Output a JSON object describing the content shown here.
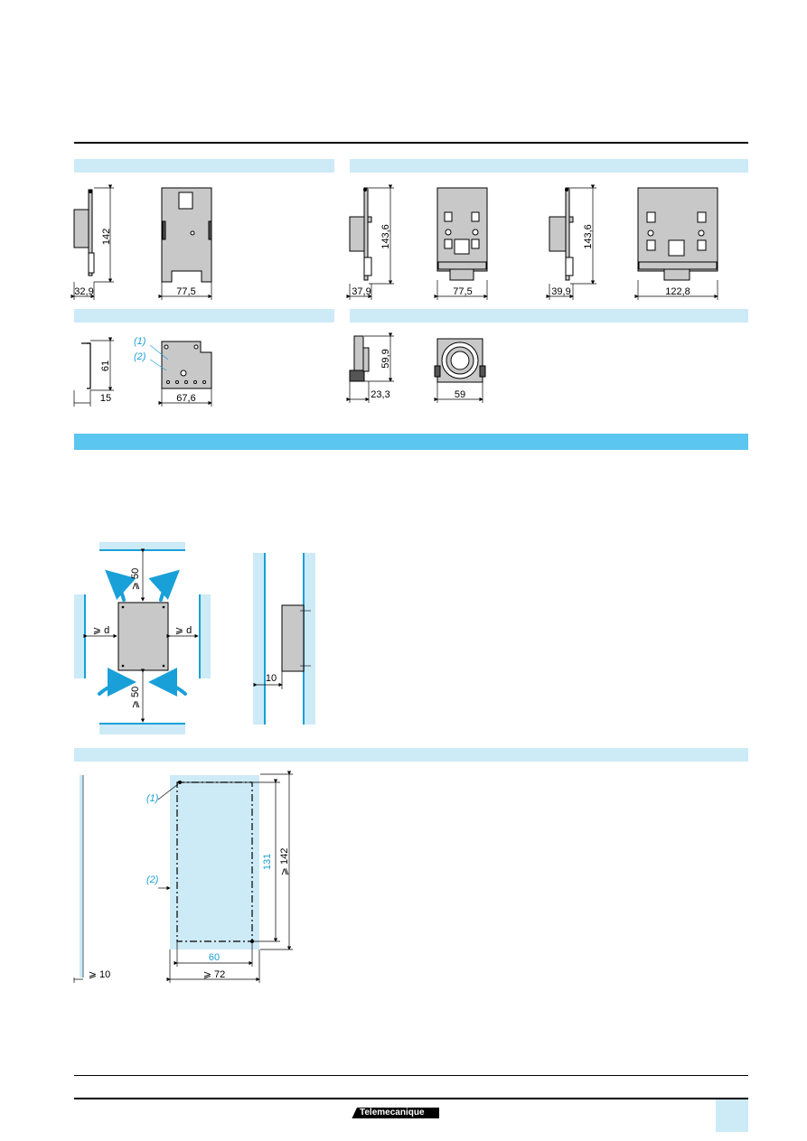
{
  "header": {},
  "drawings": {
    "fig1": {
      "height": "142",
      "depth": "32,9",
      "width": "77,5"
    },
    "fig2": {
      "height": "143,6",
      "depth": "37,9",
      "width": "77,5"
    },
    "fig3": {
      "height": "143,6",
      "depth": "39,9",
      "width": "122,8"
    },
    "fig4": {
      "height": "61",
      "depth": "15",
      "width": "67,6",
      "label1": "(1)",
      "label2": "(2)"
    },
    "fig5": {
      "height": "59,9",
      "depth": "23,3",
      "width": "59"
    }
  },
  "mounting": {
    "top_clearance": "⩾ 50",
    "bottom_clearance": "⩾ 50",
    "left_clearance": "⩾ d",
    "right_clearance": "⩾ d",
    "side_distance": "10"
  },
  "cutout": {
    "label1": "(1)",
    "label2": "(2)",
    "inner_height": "131",
    "outer_height": "⩾ 142",
    "inner_width": "60",
    "outer_width": "⩾ 72",
    "panel_gap": "⩾ 10"
  },
  "footer": {
    "brand": "Telemecanique"
  },
  "colors": {
    "band_light": "#cdeaf7",
    "band_strong": "#5bc6ef",
    "accent": "#1aa0d8",
    "device_grey": "#c8c8c8"
  }
}
